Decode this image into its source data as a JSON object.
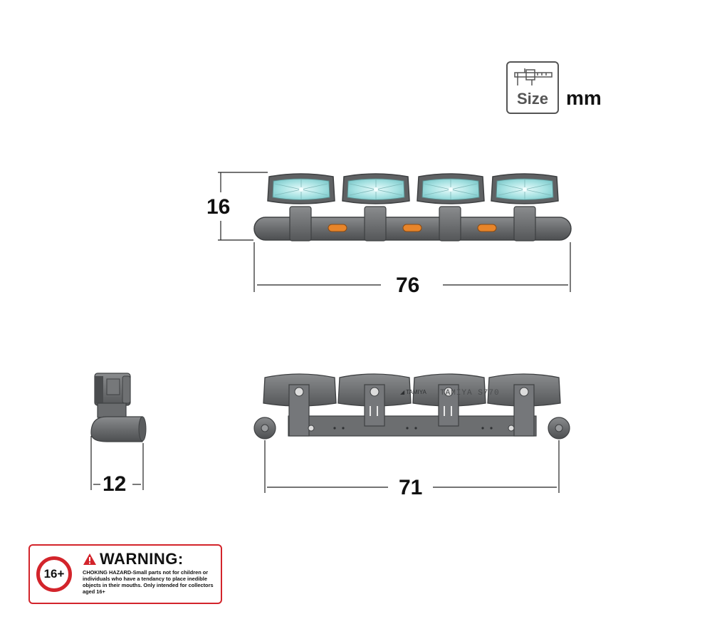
{
  "size_badge": {
    "label": "Size",
    "unit": "mm",
    "icon": "caliper-icon"
  },
  "dimensions": {
    "height": "16",
    "length_top": "76",
    "width_side": "12",
    "length_bottom": "71"
  },
  "engraving": {
    "brand_text": "TAMIYA S770"
  },
  "warning": {
    "age": "16+",
    "title": "WARNING:",
    "hazard_lead": "CHOKING HAZARD-",
    "text": "Small parts not for children or individuals who have a tendancy to place inedible objects in their mouths. Only intended for collectors aged 16+",
    "accent_color": "#d3242b"
  },
  "colors": {
    "part": "#5f6163",
    "part_light": "#7a7c7e",
    "lens": "#9fe0e0",
    "amber": "#e8852a"
  }
}
